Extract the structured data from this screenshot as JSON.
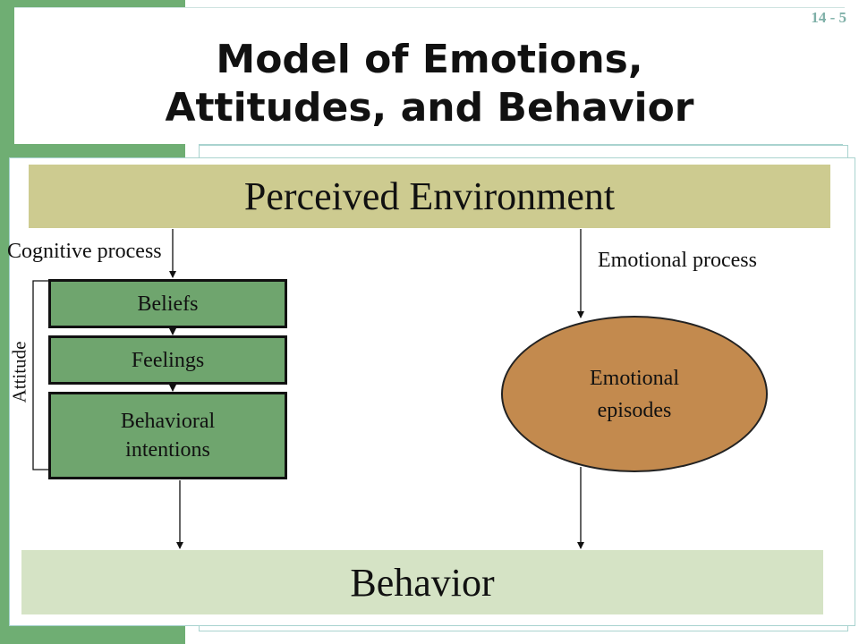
{
  "slide_number": "14 - 5",
  "title_line1": "Model of Emotions,",
  "title_line2": "Attitudes, and Behavior",
  "nodes": {
    "perceived_environment": "Perceived Environment",
    "behavior": "Behavior",
    "beliefs": "Beliefs",
    "feelings": "Feelings",
    "behavioral_intentions_line1": "Behavioral",
    "behavioral_intentions_line2": "intentions",
    "emotional_episodes_line1": "Emotional",
    "emotional_episodes_line2": "episodes"
  },
  "labels": {
    "cognitive_process": "Cognitive process",
    "emotional_process": "Emotional process",
    "attitude": "Attitude"
  },
  "colors": {
    "perceived_environment_band": "#cdcb90",
    "behavior_band": "#d5e3c5",
    "attitude_boxes": "#6fa56e",
    "emotional_episodes": "#c38a4e",
    "side_strip": "#6fae73"
  }
}
